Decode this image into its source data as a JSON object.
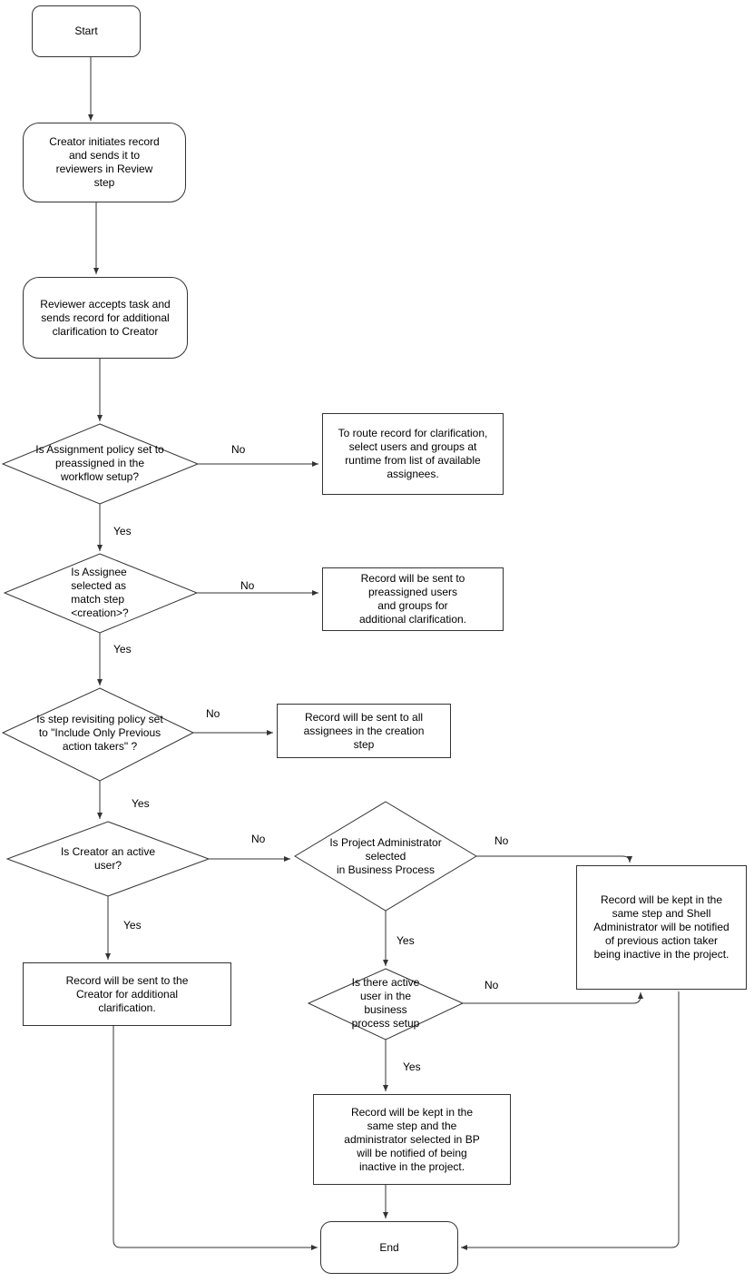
{
  "diagram": {
    "type": "flowchart",
    "colors": {
      "stroke": "#333333",
      "background": "#ffffff",
      "text": "#000000"
    }
  },
  "nodes": {
    "start": {
      "shape": "terminator",
      "label": "Start"
    },
    "creator_initiates": {
      "shape": "terminator",
      "label": "Creator initiates record\nand sends it to\nreviewers in Review\nstep"
    },
    "reviewer_accepts": {
      "shape": "terminator",
      "label": "Reviewer accepts task and\nsends record for additional\nclarification to Creator"
    },
    "assignment_policy": {
      "shape": "decision",
      "label": "Is Assignment policy set to\npreassigned in the\nworkflow setup?"
    },
    "route_runtime": {
      "shape": "process",
      "label": "To route record for clarification,\nselect users and groups at\nruntime from list of available\nassignees."
    },
    "assignee_match": {
      "shape": "decision",
      "label": "Is Assignee\nselected as\nmatch step\n<creation>?"
    },
    "preassigned_users": {
      "shape": "process",
      "label": "Record will be sent to\npreassigned users\nand groups for\nadditional clarification."
    },
    "step_revisiting": {
      "shape": "decision",
      "label": "Is step revisiting policy set\nto \"Include Only Previous\naction takers\" ?"
    },
    "all_assignees": {
      "shape": "process",
      "label": "Record will be sent to all\nassignees in the creation\nstep"
    },
    "creator_active": {
      "shape": "decision",
      "label": "Is Creator an active\nuser?"
    },
    "project_admin": {
      "shape": "decision",
      "label": "Is Project Administrator\nselected\nin Business Process"
    },
    "shell_admin_kept": {
      "shape": "process",
      "label": "Record will be kept in the\nsame step and Shell\nAdministrator will be notified\nof previous action taker\nbeing inactive in the project."
    },
    "sent_to_creator": {
      "shape": "process",
      "label": "Record will be sent to the\nCreator for additional\nclarification."
    },
    "active_user_bp": {
      "shape": "decision",
      "label": "Is there active\nuser in the\nbusiness\nprocess setup"
    },
    "bp_admin_kept": {
      "shape": "process",
      "label": "Record will be kept in the\nsame step and the\nadministrator selected in BP\nwill be notified of being\ninactive in the project."
    },
    "end": {
      "shape": "terminator",
      "label": "End"
    }
  },
  "edges": {
    "start_to_creator": {
      "from": "start",
      "to": "creator_initiates"
    },
    "creator_to_reviewer": {
      "from": "creator_initiates",
      "to": "reviewer_accepts"
    },
    "reviewer_to_assignment": {
      "from": "reviewer_accepts",
      "to": "assignment_policy"
    },
    "assignment_no": {
      "from": "assignment_policy",
      "to": "route_runtime",
      "label": "No"
    },
    "assignment_yes": {
      "from": "assignment_policy",
      "to": "assignee_match",
      "label": "Yes"
    },
    "assignee_no": {
      "from": "assignee_match",
      "to": "preassigned_users",
      "label": "No"
    },
    "assignee_yes": {
      "from": "assignee_match",
      "to": "step_revisiting",
      "label": "Yes"
    },
    "revisiting_no": {
      "from": "step_revisiting",
      "to": "all_assignees",
      "label": "No"
    },
    "revisiting_yes": {
      "from": "step_revisiting",
      "to": "creator_active",
      "label": "Yes"
    },
    "creator_active_no": {
      "from": "creator_active",
      "to": "project_admin",
      "label": "No"
    },
    "creator_active_yes": {
      "from": "creator_active",
      "to": "sent_to_creator",
      "label": "Yes"
    },
    "project_admin_no": {
      "from": "project_admin",
      "to": "shell_admin_kept",
      "label": "No"
    },
    "project_admin_yes": {
      "from": "project_admin",
      "to": "active_user_bp",
      "label": "Yes"
    },
    "active_user_no": {
      "from": "active_user_bp",
      "to": "shell_admin_kept",
      "label": "No"
    },
    "active_user_yes": {
      "from": "active_user_bp",
      "to": "bp_admin_kept",
      "label": "Yes"
    },
    "bp_admin_to_end": {
      "from": "bp_admin_kept",
      "to": "end"
    },
    "sent_creator_to_end": {
      "from": "sent_to_creator",
      "to": "end"
    },
    "shell_admin_to_end": {
      "from": "shell_admin_kept",
      "to": "end"
    }
  }
}
